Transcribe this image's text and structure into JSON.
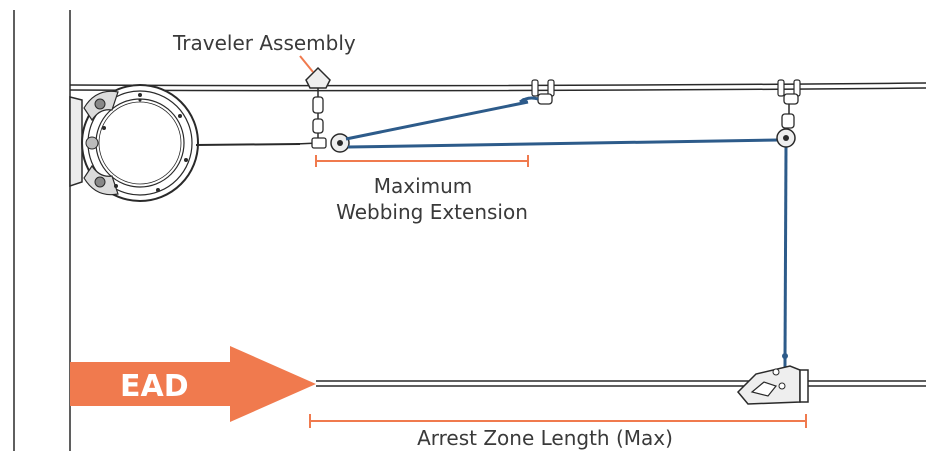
{
  "labels": {
    "traveler_assembly": "Traveler Assembly",
    "max_webbing_line1": "Maximum",
    "max_webbing_line2": "Webbing Extension",
    "ead": "EAD",
    "arrest_zone": "Arrest Zone Length (Max)"
  },
  "colors": {
    "accent_orange": "#f07a4e",
    "webbing_blue": "#2d5b8a",
    "line_dark": "#2a2a2a",
    "label_text": "#3a3a3a"
  },
  "icons": {
    "srl": "self-retracting-lifeline-icon",
    "traveler": "traveler-assembly-icon",
    "shackle": "shackle-icon",
    "pulley": "pulley-icon",
    "ead_device": "energy-absorbing-device-icon"
  }
}
